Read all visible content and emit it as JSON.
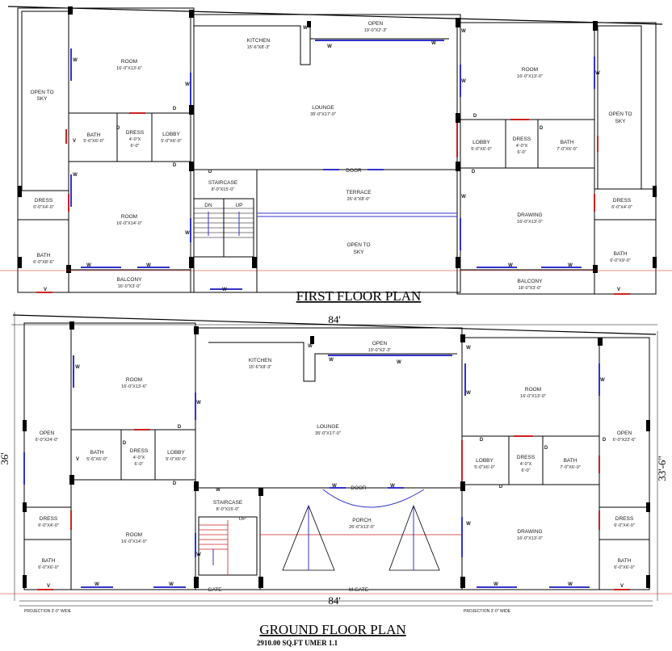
{
  "colors": {
    "wall": "#000000",
    "window": "#3333cc",
    "door": "#cc2222",
    "stair": "#cc2222",
    "line": "#1a1a1a"
  },
  "first_floor": {
    "title": "FIRST FLOOR PLAN",
    "rooms": [
      {
        "id": "ff-open-to-sky-left",
        "name": "OPEN TO",
        "name2": "SKY",
        "dim": ""
      },
      {
        "id": "ff-room-tl",
        "name": "ROOM",
        "dim": "16'-0\"X13'-6\""
      },
      {
        "id": "ff-bath-l",
        "name": "BATH",
        "dim": "5'-6\"X6'-0\""
      },
      {
        "id": "ff-dress-l",
        "name": "DRESS",
        "dim": "4'-0\"X",
        "dim2": "6'-0\""
      },
      {
        "id": "ff-lobby-l",
        "name": "LOBBY",
        "dim": "5'-0\"X6'-0\""
      },
      {
        "id": "ff-room-bl",
        "name": "ROOM",
        "dim": "16'-0\"X14'-0\""
      },
      {
        "id": "ff-dress-ll",
        "name": "DRESS",
        "dim": "6'-0\"X4'-0\""
      },
      {
        "id": "ff-bath-ll",
        "name": "BATH",
        "dim": "6'-0\"X8'-6\""
      },
      {
        "id": "ff-balcony-l",
        "name": "BALCONY",
        "dim": "16'-0\"X3'-0\""
      },
      {
        "id": "ff-kitchen",
        "name": "KITCHEN",
        "dim": "15'-6\"X8'-3\""
      },
      {
        "id": "ff-open-top",
        "name": "OPEN",
        "dim": "19'-0\"X2'-3\""
      },
      {
        "id": "ff-lounge",
        "name": "LOUNGE",
        "dim": "35'-0\"X17'-0\""
      },
      {
        "id": "ff-stair",
        "name": "STAIRCASE",
        "dim": "8'-0\"X15'-0\""
      },
      {
        "id": "ff-terrace",
        "name": "TERRACE",
        "dim": "26'-6\"X8'-0\""
      },
      {
        "id": "ff-open-sky-mid",
        "name": "OPEN TO",
        "name2": "SKY",
        "dim": ""
      },
      {
        "id": "ff-room-tr",
        "name": "ROOM",
        "dim": "16'-0\"X13'-0\""
      },
      {
        "id": "ff-lobby-r",
        "name": "LOBBY",
        "dim": "5'-0\"X6'-0\""
      },
      {
        "id": "ff-dress-r",
        "name": "DRESS",
        "dim": "4'-0\"X",
        "dim2": "6'-0\""
      },
      {
        "id": "ff-bath-r",
        "name": "BATH",
        "dim": "7'-0\"X6'-0\""
      },
      {
        "id": "ff-open-sky-right",
        "name": "OPEN TO",
        "name2": "SKY",
        "dim": ""
      },
      {
        "id": "ff-drawing",
        "name": "DRAWING",
        "dim": "16'-0\"X13'-0\""
      },
      {
        "id": "ff-dress-rr",
        "name": "DRESS",
        "dim": "6'-0\"X4'-0\""
      },
      {
        "id": "ff-bath-rr",
        "name": "BATH",
        "dim": "6'-0\"X9'-0\""
      },
      {
        "id": "ff-balcony-r",
        "name": "BALCONY",
        "dim": "18'-0\"X3'-0\""
      }
    ],
    "door_label": "DOOR",
    "stair_dn": "DN",
    "stair_up": "UP"
  },
  "ground_floor": {
    "title": "GROUND FLOOR PLAN",
    "subtitle": "2910.00 SQ.FT UMER 1.1",
    "rooms": [
      {
        "id": "gf-room-tl",
        "name": "ROOM",
        "dim": "16'-0\"X13'-6\""
      },
      {
        "id": "gf-open-l",
        "name": "OPEN",
        "dim": "6'-0\"X24'-0\""
      },
      {
        "id": "gf-bath-l",
        "name": "BATH",
        "dim": "5'-6\"X6'-0\""
      },
      {
        "id": "gf-dress-l",
        "name": "DRESS",
        "dim": "4'-0\"X",
        "dim2": "6'-0\""
      },
      {
        "id": "gf-lobby-l",
        "name": "LOBBY",
        "dim": "5'-0\"X6'-0\""
      },
      {
        "id": "gf-room-bl",
        "name": "ROOM",
        "dim": "16'-0\"X14'-0\""
      },
      {
        "id": "gf-dress-ll",
        "name": "DRESS",
        "dim": "6'-0\"X4'-0\""
      },
      {
        "id": "gf-bath-ll",
        "name": "BATH",
        "dim": "6'-0\"X6'-0\""
      },
      {
        "id": "gf-kitchen",
        "name": "KITCHEN",
        "dim": "15'-6\"X8'-3\""
      },
      {
        "id": "gf-open-top",
        "name": "OPEN",
        "dim": "19'-0\"X2'-3\""
      },
      {
        "id": "gf-lounge",
        "name": "LOUNGE",
        "dim": "35'-0\"X17'-0\""
      },
      {
        "id": "gf-stair",
        "name": "STAIRCASE",
        "dim": "8'-0\"X15'-0\""
      },
      {
        "id": "gf-porch",
        "name": "PORCH",
        "dim": "26'-6\"X13'-0\""
      },
      {
        "id": "gf-room-tr",
        "name": "ROOM",
        "dim": "16'-0\"X13'-0\""
      },
      {
        "id": "gf-lobby-r",
        "name": "LOBBY",
        "dim": "5'-0\"X6'-0\""
      },
      {
        "id": "gf-dress-r",
        "name": "DRESS",
        "dim": "4'-0\"X",
        "dim2": "6'-0\""
      },
      {
        "id": "gf-bath-r",
        "name": "BATH",
        "dim": "7'-0\"X6'-0\""
      },
      {
        "id": "gf-open-r",
        "name": "OPEN",
        "dim": "6'-0\"X22'-6\""
      },
      {
        "id": "gf-drawing",
        "name": "DRAWING",
        "dim": "16'-0\"X13'-0\""
      },
      {
        "id": "gf-dress-rr",
        "name": "DRESS",
        "dim": "6'-0\"X4'-0\""
      },
      {
        "id": "gf-bath-rr",
        "name": "BATH",
        "dim": "6'-0\"X6'-0\""
      }
    ],
    "door_label": "DOOR",
    "stair_up": "UP",
    "gate": "GATE",
    "main_gate": "M.GATE",
    "projection_left": "PROJECTION 3'-0\" WIDE",
    "projection_right": "PROJECTION 3'-0\" WIDE",
    "dim_top": "84'",
    "dim_bottom": "84'",
    "dim_left": "36'",
    "dim_right": "33'-6\""
  },
  "marks": {
    "window": "W",
    "door": "D",
    "ventilator": "V"
  }
}
